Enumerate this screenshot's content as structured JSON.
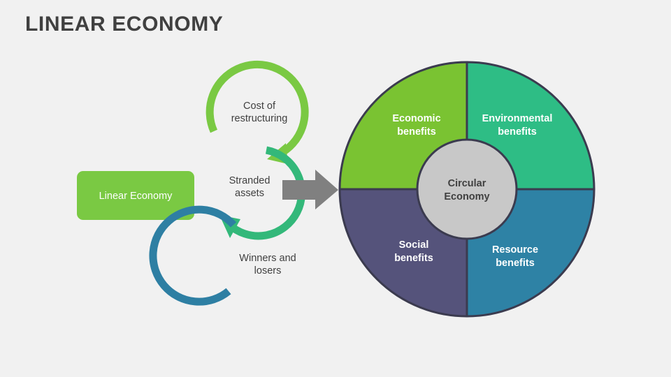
{
  "slide": {
    "title": "LINEAR ECONOMY",
    "background_color": "#f1f1f1",
    "title_color": "#404040"
  },
  "linear_box": {
    "label": "Linear Economy",
    "fill_color": "#7ac943",
    "text_color": "#ffffff"
  },
  "cycles": [
    {
      "label_line1": "Cost of",
      "label_line2": "restructuring",
      "color": "#7ac943",
      "name": "cost-of-restructuring"
    },
    {
      "label_line1": "Stranded",
      "label_line2": "assets",
      "color": "#33b87a",
      "name": "stranded-assets"
    },
    {
      "label_line1": "Winners and",
      "label_line2": "losers",
      "color": "#2e7fa3",
      "name": "winners-and-losers"
    }
  ],
  "transition_arrow": {
    "color": "#808080",
    "direction": "right",
    "name": "transition-arrow"
  },
  "donut": {
    "center_label_line1": "Circular",
    "center_label_line2": "Economy",
    "center_fill": "#c8c8c8",
    "center_text_color": "#404040",
    "outline_color": "#3b3b4f",
    "quadrants": [
      {
        "name": "economic-benefits",
        "label_line1": "Economic",
        "label_line2": "benefits",
        "color": "#7ac332",
        "position": "top-left"
      },
      {
        "name": "environmental-benefits",
        "label_line1": "Environmental",
        "label_line2": "benefits",
        "color": "#2ebd85",
        "position": "top-right"
      },
      {
        "name": "resource-benefits",
        "label_line1": "Resource",
        "label_line2": "benefits",
        "color": "#2e82a5",
        "position": "bottom-right"
      },
      {
        "name": "social-benefits",
        "label_line1": "Social",
        "label_line2": "benefits",
        "color": "#55537b",
        "position": "bottom-left"
      }
    ]
  }
}
